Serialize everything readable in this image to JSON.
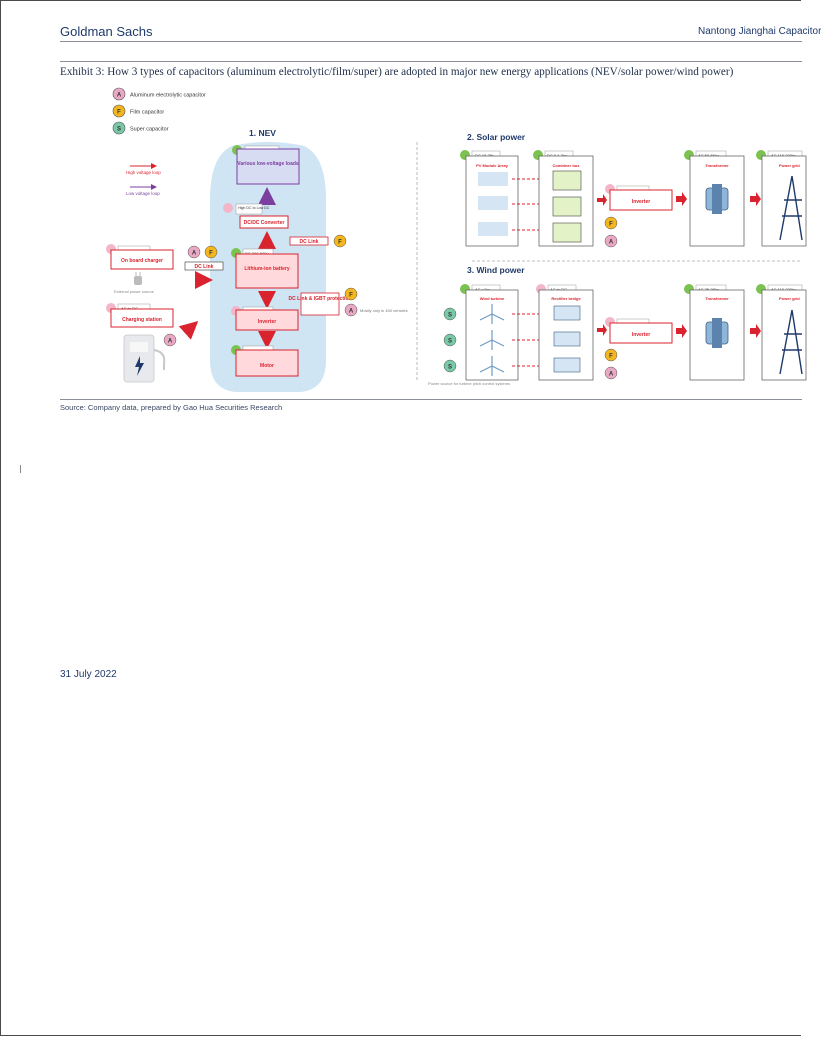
{
  "header": {
    "brand": "Goldman Sachs",
    "company": "Nantong Jianghai Capacitor"
  },
  "exhibit": {
    "caption": "Exhibit 3: How 3 types of capacitors (aluminum electrolytic/film/super) are adopted in major new energy applications (NEV/solar power/wind power)"
  },
  "legend": [
    {
      "code": "A",
      "label": "Aluminum electrolytic capacitor",
      "color": "#e9a8c4"
    },
    {
      "code": "F",
      "label": "Film capacitor",
      "color": "#f3b61f"
    },
    {
      "code": "S",
      "label": "Super capacitor",
      "color": "#79c8a7"
    }
  ],
  "nev": {
    "title": "1. NEV",
    "high_voltage_loop": "High voltage loop",
    "low_voltage_loop": "Low voltage loop",
    "loads_tag": "DC <60v",
    "loads_label": "Various low-voltage loads",
    "hv_tag": "High DC to Low DC",
    "dcdc_label": "DC/DC Converter",
    "dc_link": "DC Link",
    "battery_tag": "DC 300-600v",
    "battery_label": "Lithium-ion battery",
    "inverter_tag": "DC to AC",
    "inverter_label": "Inverter",
    "motor_tag": "AC 300-600v",
    "motor_label": "Motor",
    "igbt_label": "DC Link & IGBT protection",
    "igbt_note": "Mostly only in 400 vehicles",
    "onboard_tag": "AC to DC",
    "onboard_label": "On board charger",
    "external_power": "External power source",
    "charging_tag": "AC to DC",
    "charging_label": "Charging station",
    "ev_dc_link": "DC Link"
  },
  "solar": {
    "title": "2. Solar power",
    "pv_tag": "DC 18-25v",
    "pv_label": "PV Module Array",
    "combiner_tag": "DC 0.1-3kv",
    "combiner_label": "Combiner box",
    "inverter_tag": "DC to AC",
    "inverter_label": "Inverter",
    "transformer_tag": "AC 50-66kv",
    "transformer_label": "Transformer",
    "grid_tag": "AC 110-220kv",
    "grid_label": "Power grid"
  },
  "wind": {
    "title": "3. Wind power",
    "turbine_tag": "AC <1kv",
    "turbine_label": "Wind turbine",
    "rectifier_tag": "AC to DC",
    "rectifier_label": "Rectifier bridge",
    "inverter_tag": "DC to AC",
    "inverter_label": "Inverter",
    "transformer_tag": "AC 35-38kv",
    "transformer_label": "Transformer",
    "grid_tag": "AC 110-220kv",
    "grid_label": "Power grid",
    "pitch_note": "Power source for turbine pitch control systems"
  },
  "source": "Source: Company data, prepared by Gao Hua Securities Research",
  "footer": {
    "date": "31 July 2022"
  },
  "colors": {
    "accent_red": "#d9232e",
    "purple": "#7b3fa0",
    "navy": "#1f3a6a",
    "car_blue": "#cfe5f3"
  }
}
